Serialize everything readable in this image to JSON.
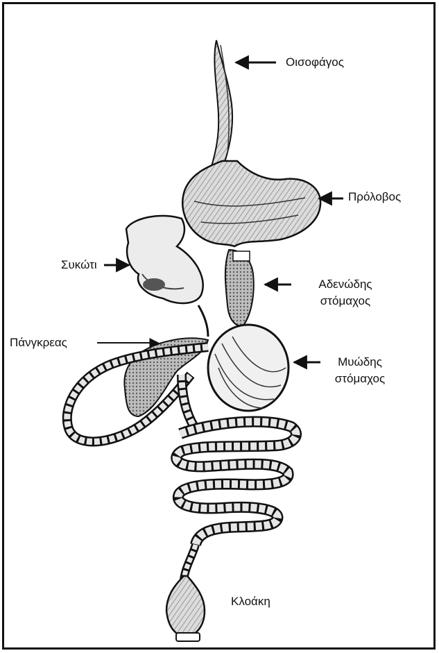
{
  "labels": {
    "oesophagus": "Οισοφάγος",
    "crop": "Πρόλοβος",
    "liver": "Συκώτι",
    "glandular_stomach_line1": "Αδενώδης",
    "glandular_stomach_line2": "στόμαχος",
    "pancreas": "Πάνγκρεας",
    "muscular_stomach_line1": "Μυώδης",
    "muscular_stomach_line2": "στόμαχος",
    "cloaca": "Κλοάκη"
  },
  "colors": {
    "ink": "#111111",
    "organ_fill": "#e8e8e8",
    "shade": "#9a9a9a",
    "dark": "#4a4a4a"
  }
}
